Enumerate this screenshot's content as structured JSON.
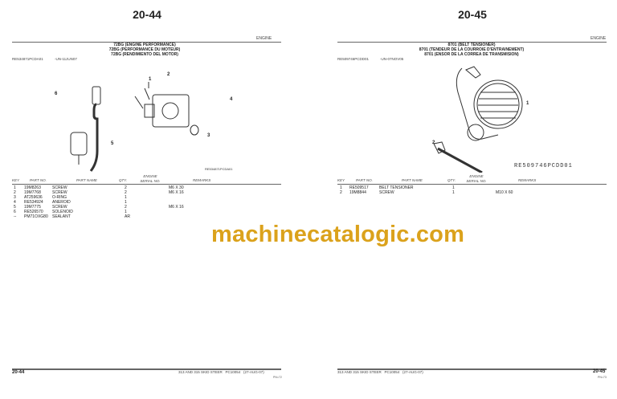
{
  "left": {
    "page_number": "20-44",
    "section": "ENGINE",
    "title": [
      "72BG (ENGINE PERFORMANCE)",
      "72BG (PERFORMANCE DU MOTEUR)",
      "72BG (RENDIMIENTO DEL MOTOR)"
    ],
    "illustration_id": "RE534871PCDA01",
    "date_code": "-UN-11JUN07",
    "figure_label": "RE534871PCDA01",
    "callouts": [
      "1",
      "2",
      "3",
      "4",
      "5",
      "6"
    ],
    "columns": [
      "KEY",
      "PART NO.",
      "PART NAME",
      "QTY.",
      "ENGINE SERIAL NO.",
      "REMARKS"
    ],
    "rows": [
      {
        "key": "1",
        "part_no": "19M8263",
        "name": "SCREW",
        "qty": "2",
        "remarks": "M6 X 30"
      },
      {
        "key": "2",
        "part_no": "19M7768",
        "name": "SCREW",
        "qty": "2",
        "remarks": "M6 X 16"
      },
      {
        "key": "3",
        "part_no": "AT259636",
        "name": "O-RING",
        "qty": "1",
        "remarks": ""
      },
      {
        "key": "4",
        "part_no": "RE534924",
        "name": "ANEROID",
        "qty": "1",
        "remarks": ""
      },
      {
        "key": "5",
        "part_no": "19M7775",
        "name": "SCREW",
        "qty": "2",
        "remarks": "M6 X 16"
      },
      {
        "key": "6",
        "part_no": "RE526570",
        "name": "SOLENOID",
        "qty": "1",
        "remarks": ""
      },
      {
        "key": "--",
        "part_no": "PM71OXG80",
        "name": "SEALANT",
        "qty": "AR",
        "remarks": ""
      }
    ],
    "footer_page": "20-44",
    "footer_text": "313 AND 315 SKID STEER   PC10054   (27-AUG-07)",
    "footer_sub": "PN=72"
  },
  "right": {
    "page_number": "20-45",
    "section": "ENGINE",
    "title": [
      "8701 (BELT TENSIONER)",
      "8701 (TENDEUR DE LA COURROIE D'ENTRAINEMENT)",
      "8701 (ENSOR DE LA CORREA DE TRANSMISION)"
    ],
    "illustration_id": "RE509746PCDD01",
    "date_code": "-UN-07NOV05",
    "figure_label": "RE509746PCDD01",
    "callouts": [
      "1",
      "2"
    ],
    "columns": [
      "KEY",
      "PART NO.",
      "PART NAME",
      "QTY.",
      "ENGINE SERIAL NO.",
      "REMARKS"
    ],
    "rows": [
      {
        "key": "1",
        "part_no": "RE509517",
        "name": "BELT TENSIONER",
        "qty": "1",
        "remarks": ""
      },
      {
        "key": "2",
        "part_no": "19M8844",
        "name": "SCREW",
        "qty": "1",
        "remarks": "M10 X 60"
      }
    ],
    "footer_page": "20-45",
    "footer_text": "313 AND 315 SKID STEER   PC10054   (27-AUG-07)",
    "footer_sub": "PN=73"
  },
  "watermark": "machinecatalogic.com"
}
